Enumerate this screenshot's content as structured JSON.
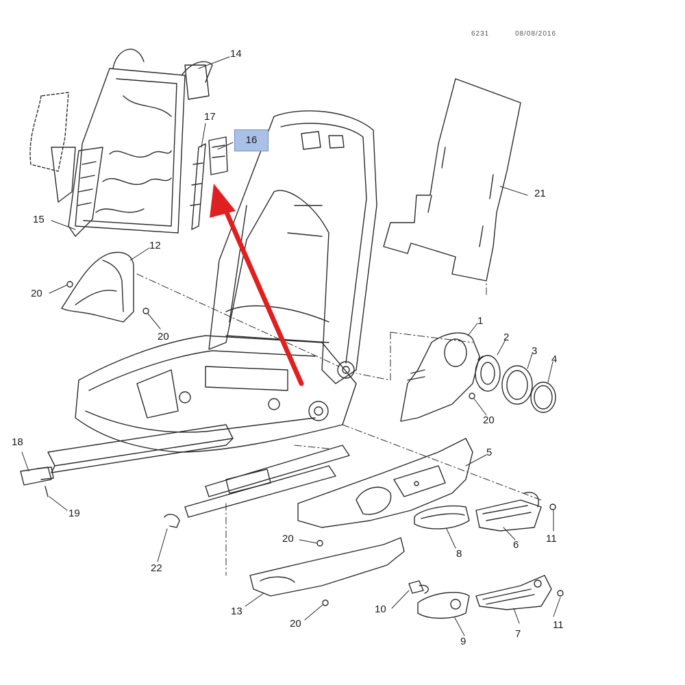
{
  "header": {
    "ref_left": "6231",
    "ref_right": "08/08/2016"
  },
  "callouts": [
    {
      "key": "c1",
      "label": "1"
    },
    {
      "key": "c2",
      "label": "2"
    },
    {
      "key": "c3",
      "label": "3"
    },
    {
      "key": "c4",
      "label": "4"
    },
    {
      "key": "c5",
      "label": "5"
    },
    {
      "key": "c6",
      "label": "6"
    },
    {
      "key": "c7",
      "label": "7"
    },
    {
      "key": "c8",
      "label": "8"
    },
    {
      "key": "c9",
      "label": "9"
    },
    {
      "key": "c10",
      "label": "10"
    },
    {
      "key": "c11a",
      "label": "11"
    },
    {
      "key": "c11b",
      "label": "11"
    },
    {
      "key": "c12",
      "label": "12"
    },
    {
      "key": "c13",
      "label": "13"
    },
    {
      "key": "c14",
      "label": "14"
    },
    {
      "key": "c15",
      "label": "15"
    },
    {
      "key": "c16",
      "label": "16"
    },
    {
      "key": "c17",
      "label": "17"
    },
    {
      "key": "c18",
      "label": "18"
    },
    {
      "key": "c19",
      "label": "19"
    },
    {
      "key": "c20a",
      "label": "20"
    },
    {
      "key": "c20b",
      "label": "20"
    },
    {
      "key": "c20c",
      "label": "20"
    },
    {
      "key": "c20d",
      "label": "20"
    },
    {
      "key": "c20e",
      "label": "20"
    },
    {
      "key": "c21",
      "label": "21"
    },
    {
      "key": "c22",
      "label": "22"
    }
  ],
  "highlight": {
    "callout": "16",
    "color": "#a9c1e6"
  },
  "arrow": {
    "color": "#e02020",
    "points_to": "16"
  }
}
